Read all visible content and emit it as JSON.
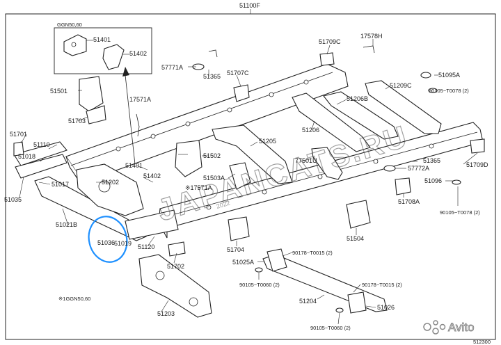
{
  "diagram": {
    "assembly_label": "51100F",
    "inset_label": "GGN50,60",
    "footnote": "※1GGN50,60",
    "figure_code": "512300",
    "watermark": "JAPANCATS.RU",
    "watermark_faint": "2022",
    "watermark_logo": "Avito",
    "highlight_color": "#1e90ff",
    "parts": [
      {
        "id": "p51401a",
        "label": "51401"
      },
      {
        "id": "p51402a",
        "label": "51402"
      },
      {
        "id": "p51501",
        "label": "51501"
      },
      {
        "id": "p17571a",
        "label": "17571A"
      },
      {
        "id": "p51703",
        "label": "51703"
      },
      {
        "id": "p51701",
        "label": "51701"
      },
      {
        "id": "p51110",
        "label": "51110"
      },
      {
        "id": "p51018",
        "label": "51018"
      },
      {
        "id": "p51017",
        "label": "51017"
      },
      {
        "id": "p51035",
        "label": "51035"
      },
      {
        "id": "p51021b",
        "label": "51021B"
      },
      {
        "id": "p51036",
        "label": "51036"
      },
      {
        "id": "p51019",
        "label": "51019"
      },
      {
        "id": "p51202",
        "label": "51202"
      },
      {
        "id": "p51401b",
        "label": "51401"
      },
      {
        "id": "p51402b",
        "label": "51402"
      },
      {
        "id": "p51120",
        "label": "51120"
      },
      {
        "id": "p51702",
        "label": "51702"
      },
      {
        "id": "p51203",
        "label": "51203"
      },
      {
        "id": "p57771a",
        "label": "57771A"
      },
      {
        "id": "p51365a",
        "label": "51365"
      },
      {
        "id": "p51707c",
        "label": "51707C"
      },
      {
        "id": "p51709c",
        "label": "51709C"
      },
      {
        "id": "p17578h",
        "label": "17578H"
      },
      {
        "id": "p51095a",
        "label": "51095A"
      },
      {
        "id": "p51209c",
        "label": "51209C"
      },
      {
        "id": "p90105_78a",
        "label": "90105−T0078 (2)"
      },
      {
        "id": "p51206b",
        "label": "51206B"
      },
      {
        "id": "p51206",
        "label": "51206"
      },
      {
        "id": "p51205",
        "label": "51205"
      },
      {
        "id": "p51502",
        "label": "51502"
      },
      {
        "id": "p51503a",
        "label": "51503A"
      },
      {
        "id": "p17571a2",
        "label": "※17571A"
      },
      {
        "id": "p77501u",
        "label": "77501U"
      },
      {
        "id": "p51365b",
        "label": "51365"
      },
      {
        "id": "p57772a",
        "label": "57772A"
      },
      {
        "id": "p51709d",
        "label": "51709D"
      },
      {
        "id": "p51096",
        "label": "51096"
      },
      {
        "id": "p51708a",
        "label": "51708A"
      },
      {
        "id": "p90105_78b",
        "label": "90105−T0078 (2)"
      },
      {
        "id": "p51504",
        "label": "51504"
      },
      {
        "id": "p51704",
        "label": "51704"
      },
      {
        "id": "p90178_15a",
        "label": "90178−T0015 (2)"
      },
      {
        "id": "p51025a",
        "label": "51025A"
      },
      {
        "id": "p90105_60a",
        "label": "90105−T0060 (2)"
      },
      {
        "id": "p90178_15b",
        "label": "90178−T0015 (2)"
      },
      {
        "id": "p51204",
        "label": "51204"
      },
      {
        "id": "p51026",
        "label": "51026"
      },
      {
        "id": "p90105_60b",
        "label": "90105−T0060 (2)"
      }
    ]
  }
}
